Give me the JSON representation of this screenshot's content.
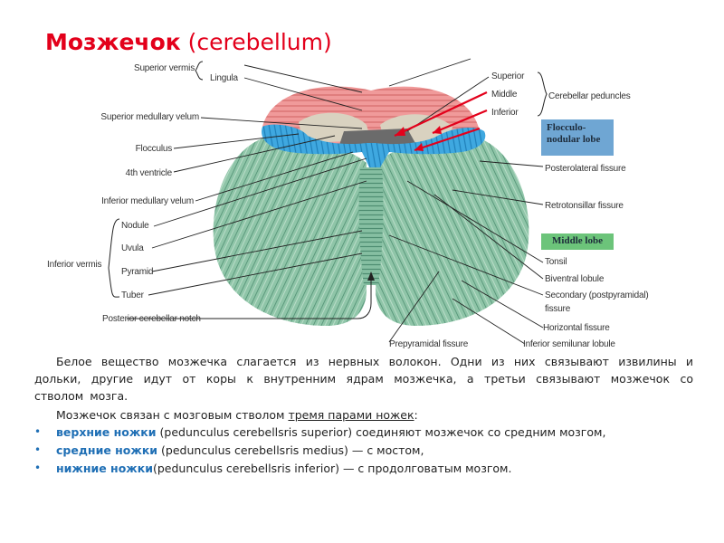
{
  "title": {
    "bold": "Мозжечок",
    "rest": " (cerebellum)",
    "color": "#e3001b"
  },
  "figure": {
    "labels_left": [
      {
        "id": "superior-vermis",
        "text": "Superior vermis"
      },
      {
        "id": "lingula",
        "text": "Lingula"
      },
      {
        "id": "superior-medullary-velum",
        "text": "Superior medullary velum"
      },
      {
        "id": "flocculus",
        "text": "Flocculus"
      },
      {
        "id": "fourth-ventricle",
        "text": "4th ventricle"
      },
      {
        "id": "inferior-medullary-velum",
        "text": "Inferior medullary velum"
      },
      {
        "id": "inferior-vermis",
        "text": "Inferior vermis"
      },
      {
        "id": "nodule",
        "text": "Nodule"
      },
      {
        "id": "uvula",
        "text": "Uvula"
      },
      {
        "id": "pyramid",
        "text": "Pyramid"
      },
      {
        "id": "tuber",
        "text": "Tuber"
      },
      {
        "id": "posterior-cerebellar-notch",
        "text": "Posterior cerebellar notch"
      }
    ],
    "labels_right": [
      {
        "id": "superior",
        "text": "Superior"
      },
      {
        "id": "middle",
        "text": "Middle"
      },
      {
        "id": "inferior",
        "text": "Inferior"
      },
      {
        "id": "cerebellar-peduncles",
        "text": "Cerebellar peduncles"
      },
      {
        "id": "posterolateral-fissure",
        "text": "Posterolateral fissure"
      },
      {
        "id": "retrotonsillar-fissure",
        "text": "Retrotonsillar fissure"
      },
      {
        "id": "tonsil",
        "text": "Tonsil"
      },
      {
        "id": "biventral-lobule",
        "text": "Biventral lobule"
      },
      {
        "id": "secondary-fissure",
        "text": "Secondary (postpyramidal)"
      },
      {
        "id": "secondary-fissure-2",
        "text": "fissure"
      },
      {
        "id": "horizontal-fissure",
        "text": "Horizontal fissure"
      },
      {
        "id": "inferior-semilunar-lobule",
        "text": "Inferior semilunar lobule"
      }
    ],
    "label_bottom": {
      "id": "prepyramidal-fissure",
      "text": "Prepyramidal fissure"
    },
    "boxes": {
      "flocculonodular": {
        "line1": "Flocculo-",
        "line2": "nodular lobe",
        "color": "#6fa6d3"
      },
      "middle_lobe": {
        "text": "Middle lobe",
        "color": "#6cc47a"
      }
    },
    "colors": {
      "superior_part": "#ef8f8f",
      "flocculonodular": "#3fa8e0",
      "hemispheres": "#8cc2a6",
      "arrow": "#e3001b"
    }
  },
  "text": {
    "para1": "Белое вещество мозжечка слагается из нервных волокон. Одни из них связывают извилины и дольки, другие идут от коры к внутренним ядрам мозжечка, а третьи связывают мозжечок со стволом мозга.",
    "para2_start": "Мозжечок связан с мозговым стволом ",
    "para2_underlined": "тремя парами ножек",
    "para2_end": ":",
    "bullets": [
      {
        "highlight": "верхние ножки",
        "rest": " (pedunculus cerebellsris superior) соединяют мозжечок со средним мозгом,"
      },
      {
        "highlight": "средние ножки",
        "rest": " (pedunculus cerebellsris medius) — с мостом,"
      },
      {
        "highlight": "нижние ножки",
        "rest": "(pedunculus cerebellsris inferior)  — с продолговатым мозгом."
      }
    ],
    "bullet_symbol": "•",
    "highlight_color": "#1f6fb5"
  }
}
